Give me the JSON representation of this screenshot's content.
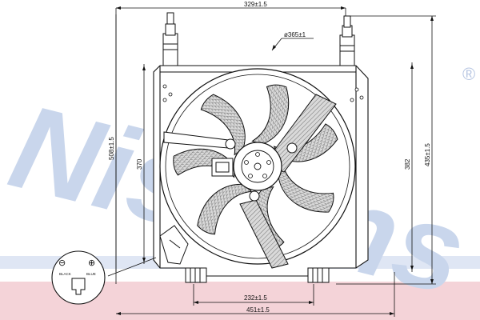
{
  "watermark": {
    "text": "Nissens",
    "registered_mark": "®",
    "band_color": "#dfe6f4",
    "bottom_band_color": "#f4d3d8",
    "text_color": "#c5d3ea"
  },
  "dimensions": {
    "top_pipe_spacing": "329±1.5",
    "shroud_diameter": "ø365±1",
    "overall_height_left": "508±1.5",
    "inner_height_left": "370",
    "inner_height_right": "382",
    "overall_height_right": "435±1.5",
    "bottom_mount_spacing": "232±1.5",
    "overall_width": "451±1.5"
  },
  "connector": {
    "minus_symbol": "⊖",
    "plus_symbol": "⊕",
    "wire_left": "BLACK",
    "wire_right": "BLUE"
  },
  "fan": {
    "blade_count": 7,
    "line_color": "#111111",
    "hatch_color": "#555555"
  }
}
